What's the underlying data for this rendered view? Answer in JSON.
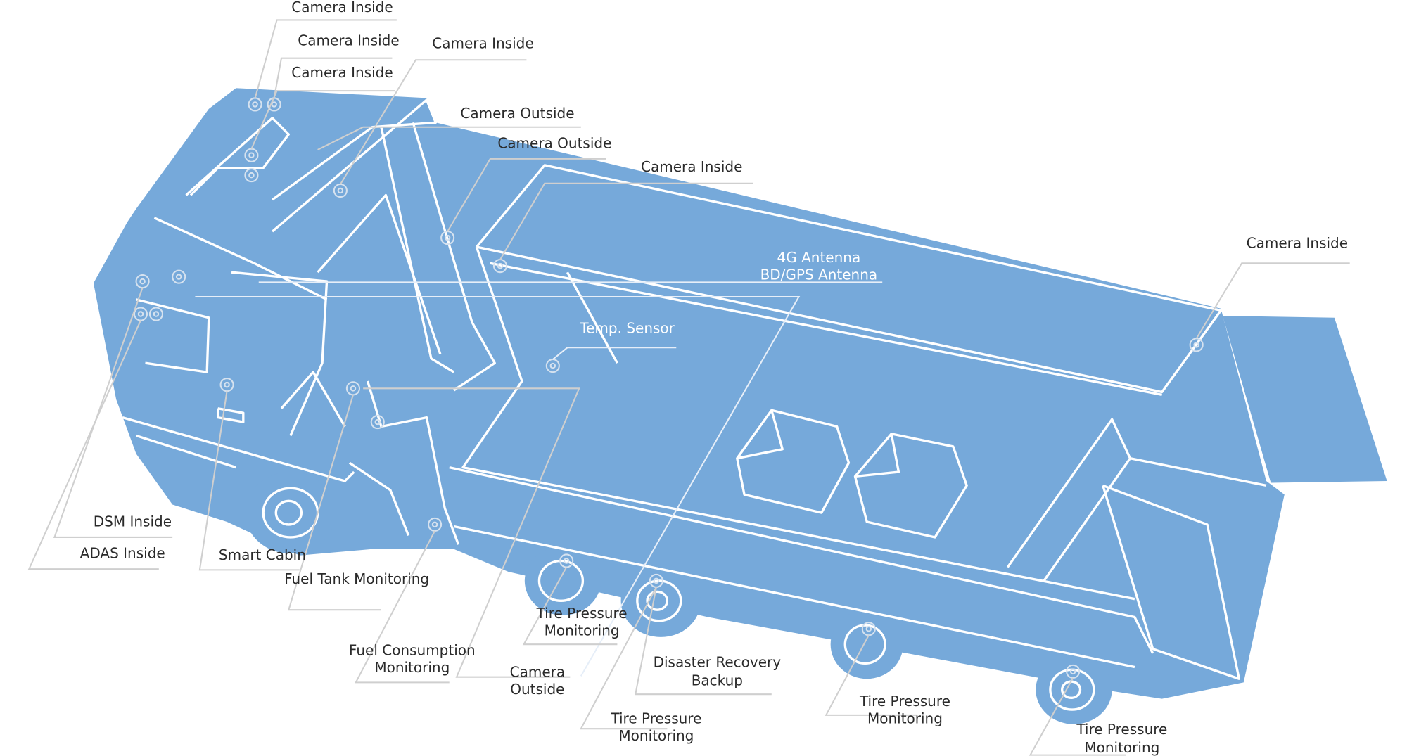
{
  "colors": {
    "truck": "#76a9da",
    "outline": "#ffffff",
    "leader": "#cfcfcf",
    "text": "#2a2a2a"
  },
  "labels": {
    "camera_inside_1": "Camera Inside",
    "camera_inside_2": "Camera Inside",
    "camera_inside_3": "Camera Inside",
    "camera_inside_4": "Camera Inside",
    "camera_outside_1": "Camera Outside",
    "camera_outside_2": "Camera Outside",
    "camera_inside_5": "Camera Inside",
    "antenna_4g": "4G Antenna",
    "antenna_gps": "BD/GPS Antenna",
    "temp_sensor": "Temp. Sensor",
    "camera_inside_rear": "Camera Inside",
    "dsm": "DSM Inside",
    "adas": "ADAS Inside",
    "smart_cabin": "Smart Cabin",
    "fuel_tank": "Fuel Tank Monitoring",
    "fuel_consumption": [
      "Fuel Consumption",
      "Monitoring"
    ],
    "camera_outside_low": [
      "Camera",
      "Outside"
    ],
    "tire_1": [
      "Tire Pressure",
      "Monitoring"
    ],
    "disaster": [
      "Disaster Recovery",
      "Backup"
    ],
    "tire_2": [
      "Tire Pressure",
      "Monitoring"
    ],
    "tire_3": [
      "Tire Pressure",
      "Monitoring"
    ],
    "tire_4": [
      "Tire Pressure",
      "Monitoring"
    ]
  }
}
